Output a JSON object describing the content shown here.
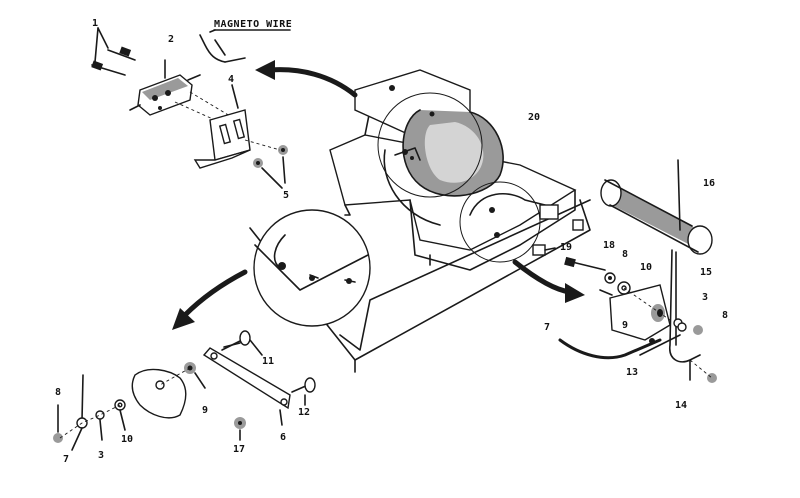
{
  "diagram": {
    "title": "MAGNETO WIRE",
    "callouts": {
      "c1": "1",
      "c2": "2",
      "c4": "4",
      "c5": "5",
      "c20": "20",
      "c16": "16",
      "c15": "15",
      "c18": "18",
      "c8a": "8",
      "c10a": "10",
      "c3a": "3",
      "c9a": "9",
      "c8b": "8",
      "c13": "13",
      "c14": "14",
      "c7a": "7",
      "c19": "19",
      "c11": "11",
      "c12": "12",
      "c9b": "9",
      "c6": "6",
      "c17": "17",
      "c10b": "10",
      "c3b": "3",
      "c7b": "7",
      "c8c": "8"
    }
  }
}
